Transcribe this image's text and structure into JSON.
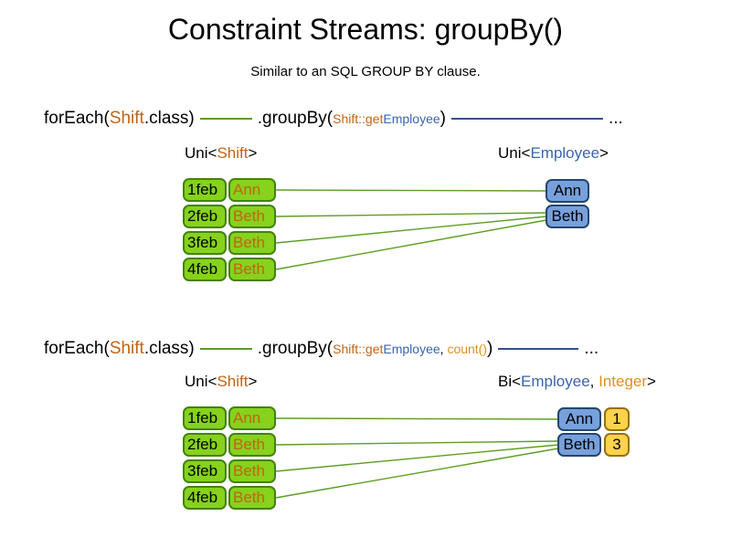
{
  "title": "Constraint Streams: groupBy()",
  "subtitle": "Similar to an SQL GROUP BY clause.",
  "colors": {
    "shift_text": "#C26414",
    "employee_text": "#3A64AE",
    "count_text": "#E0901C",
    "integer_text": "#E0901C",
    "green_fill": "#86D21C",
    "green_border": "#44820F",
    "blue_fill": "#77A0DC",
    "blue_border": "#24466E",
    "yellow_fill": "#FFD24C",
    "yellow_border": "#97700A",
    "line_green": "#5C9E21",
    "line_navy": "#33508C"
  },
  "section1": {
    "code": {
      "foreach_open": "forEach(",
      "foreach_class": "Shift",
      "foreach_close": ".class)",
      "groupby_open": ".groupBy(",
      "arg1_prefix": "Shift::get",
      "arg1_type": "Employee",
      "close": ")",
      "ellipsis": "..."
    },
    "left_header": {
      "open": "Uni<",
      "type": "Shift",
      "close": ">"
    },
    "right_header": {
      "open": "Uni<",
      "type": "Employee",
      "close": ">"
    },
    "shifts": [
      {
        "date": "1feb",
        "employee": "Ann"
      },
      {
        "date": "2feb",
        "employee": "Beth"
      },
      {
        "date": "3feb",
        "employee": "Beth"
      },
      {
        "date": "4feb",
        "employee": "Beth"
      }
    ],
    "groups": [
      {
        "employee": "Ann"
      },
      {
        "employee": "Beth"
      }
    ]
  },
  "section2": {
    "code": {
      "foreach_open": "forEach(",
      "foreach_class": "Shift",
      "foreach_close": ".class)",
      "groupby_open": ".groupBy(",
      "arg1_prefix": "Shift::get",
      "arg1_type": "Employee",
      "arg_sep": ", ",
      "arg2": "count()",
      "close": ")",
      "ellipsis": "..."
    },
    "left_header": {
      "open": "Uni<",
      "type": "Shift",
      "close": ">"
    },
    "right_header": {
      "open": "Bi<",
      "type": "Employee",
      "sep": ", ",
      "type2": "Integer",
      "close": ">"
    },
    "shifts": [
      {
        "date": "1feb",
        "employee": "Ann"
      },
      {
        "date": "2feb",
        "employee": "Beth"
      },
      {
        "date": "3feb",
        "employee": "Beth"
      },
      {
        "date": "4feb",
        "employee": "Beth"
      }
    ],
    "groups": [
      {
        "employee": "Ann",
        "count": "1"
      },
      {
        "employee": "Beth",
        "count": "3"
      }
    ]
  }
}
